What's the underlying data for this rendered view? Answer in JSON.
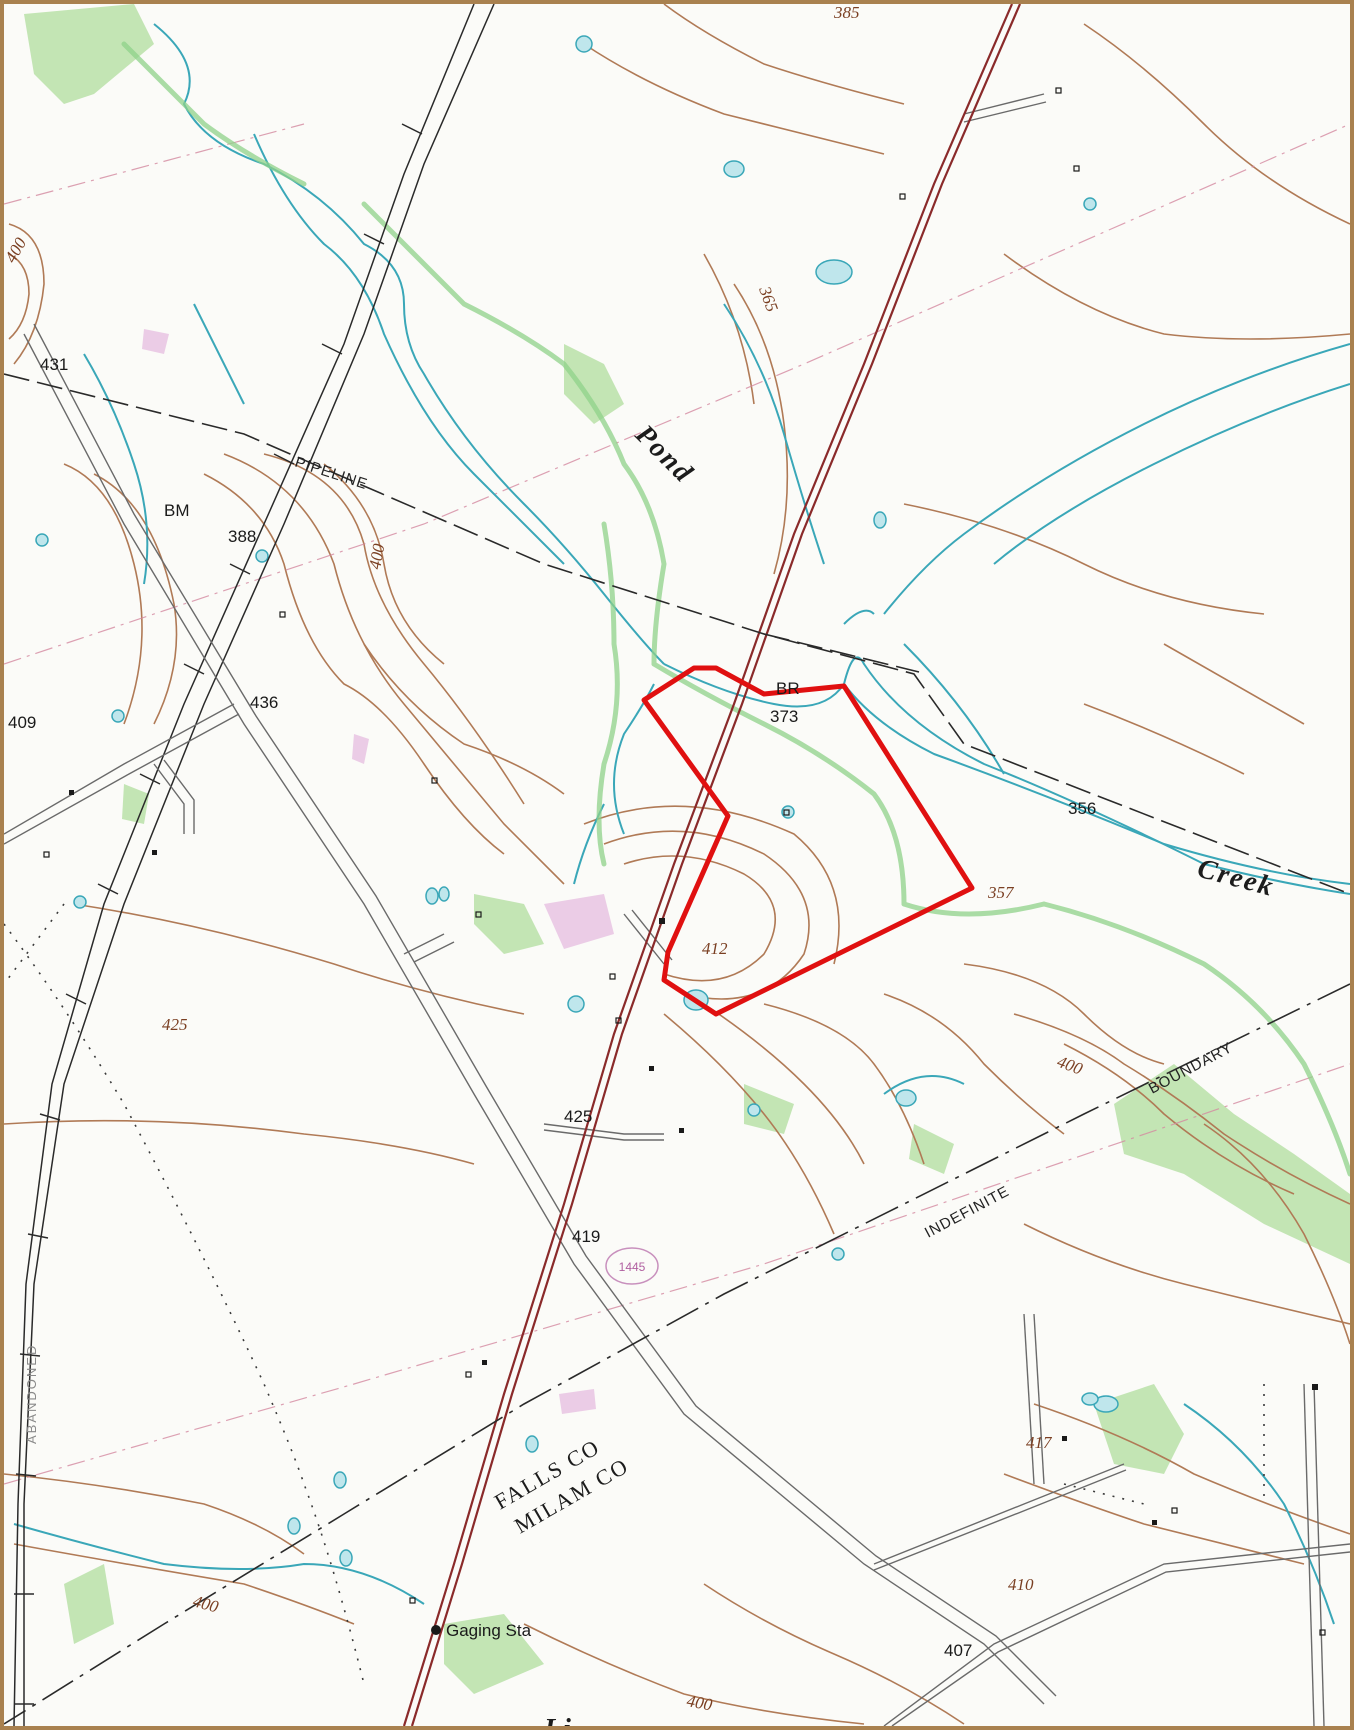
{
  "map": {
    "colors": {
      "background": "#fbfbf8",
      "frame": "#a9814f",
      "contour": "#b07a56",
      "water": "#3aa7b8",
      "vegetation": "#b9e0a8",
      "highway": "#8a2a2a",
      "property_outline": "#e01010"
    },
    "labels": {
      "creek_pond": "Pond",
      "creek_creek": "Creek",
      "pipeline": "PIPELINE",
      "indefinite": "INDEFINITE",
      "boundary": "BOUNDARY",
      "county_falls": "FALLS CO",
      "county_milam": "MILAM CO",
      "abandoned": "ABANDONED",
      "bridge": "BR",
      "benchmark": "BM",
      "gaging_station": "Gaging Sta",
      "road_shield": "1445",
      "partial_bottom": "Li"
    },
    "elevations": {
      "e385": "385",
      "e400_tl": "400",
      "e431": "431",
      "e388": "388",
      "e400_a": "400",
      "e365": "365",
      "e436": "436",
      "e409": "409",
      "e373": "373",
      "e356": "356",
      "e357": "357",
      "e412": "412",
      "e425_a": "425",
      "e425_b": "425",
      "e400_b": "400",
      "e419": "419",
      "e417": "417",
      "e410": "410",
      "e400_c": "400",
      "e407": "407",
      "e400_d": "400"
    }
  }
}
